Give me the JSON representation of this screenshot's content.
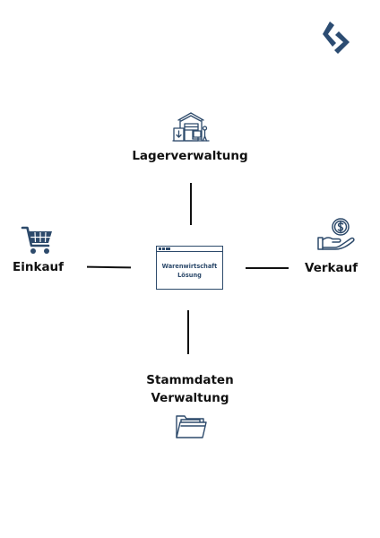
{
  "colors": {
    "background": "#ffffff",
    "icon": "#2d4a6b",
    "logo": "#2c4c72",
    "label": "#111111",
    "connector": "#111111"
  },
  "logo": {
    "icon": "brand-logo-icon"
  },
  "center": {
    "icon": "application-window-icon",
    "line1": "Warenwirtschaft",
    "line2": "Lösung"
  },
  "nodes": {
    "top": {
      "icon": "warehouse-icon",
      "label": "Lagerverwaltung"
    },
    "left": {
      "icon": "shopping-cart-icon",
      "label": "Einkauf"
    },
    "right": {
      "icon": "hand-coin-icon",
      "label": "Verkauf"
    },
    "bottom": {
      "icon": "folder-icon",
      "label_line1": "Stammdaten",
      "label_line2": "Verwaltung"
    }
  }
}
